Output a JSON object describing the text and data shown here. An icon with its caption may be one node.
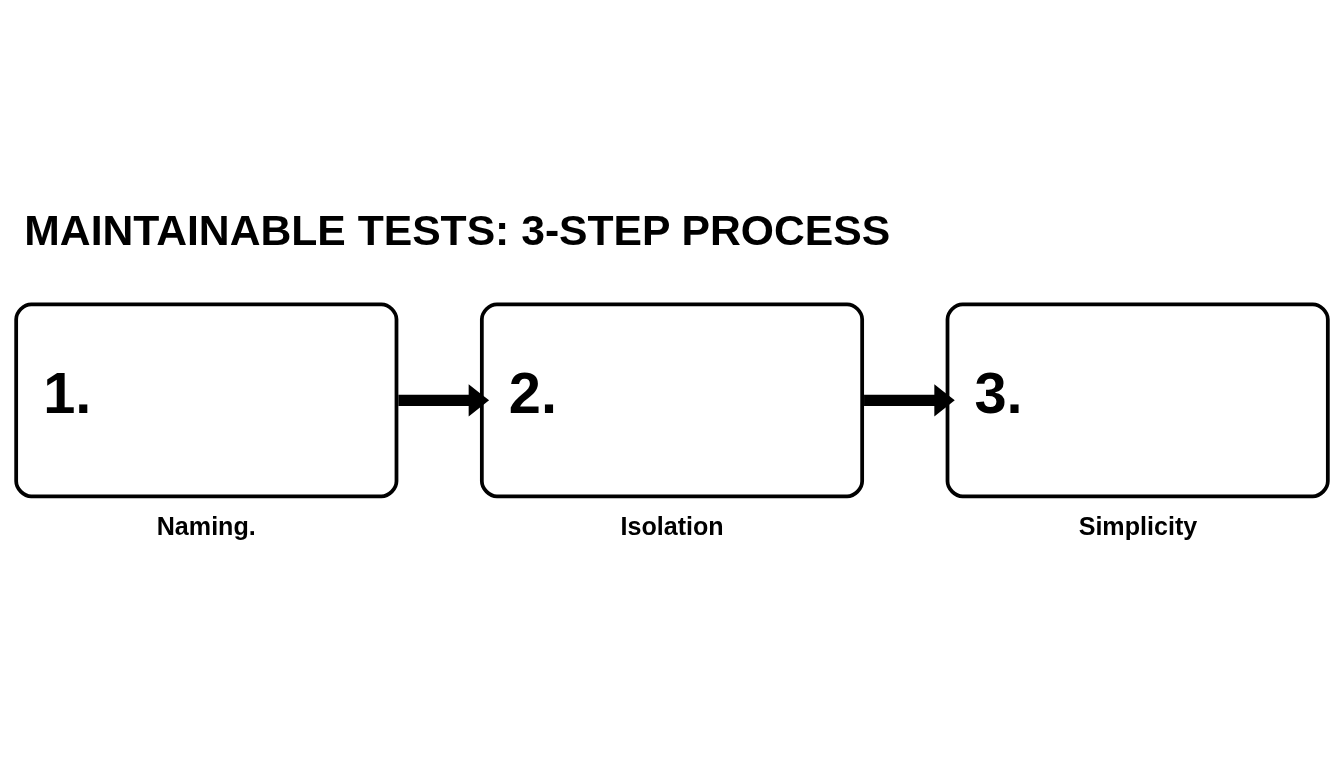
{
  "diagram": {
    "title": "MAINTAINABLE TESTS: 3-STEP PROCESS",
    "nodes": [
      {
        "text": [
          "1."
        ],
        "beside": [
          "Naming."
        ]
      },
      {
        "text": [
          "2."
        ],
        "beside": [
          "Isolation"
        ]
      },
      {
        "text": [
          "3."
        ],
        "beside": [
          "Simplicity"
        ]
      }
    ],
    "edges": [
      {
        "from": 0,
        "to": 1,
        "arrow": "to"
      },
      {
        "from": 1,
        "to": 2,
        "arrow": "to"
      }
    ]
  }
}
